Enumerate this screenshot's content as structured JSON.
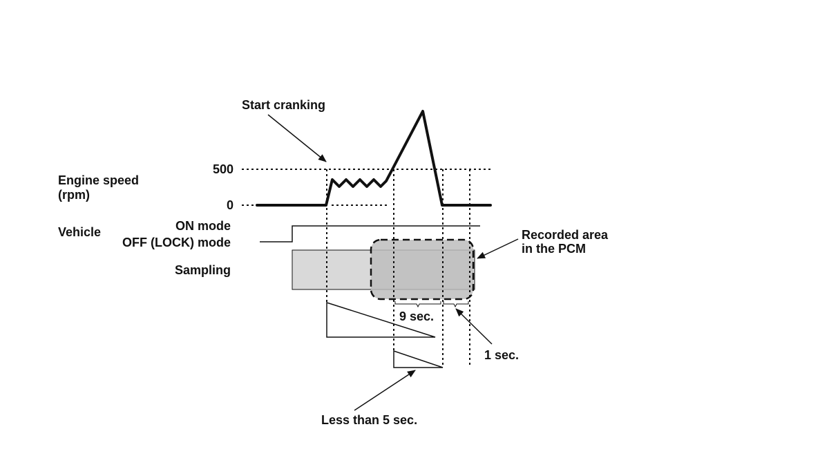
{
  "labels": {
    "start_cranking": "Start cranking",
    "engine_speed_line1": "Engine speed",
    "engine_speed_line2": "(rpm)",
    "tick_500": "500",
    "tick_0": "0",
    "vehicle": "Vehicle",
    "on_mode": "ON mode",
    "off_lock_mode": "OFF (LOCK) mode",
    "sampling": "Sampling",
    "recorded_area_line1": "Recorded area",
    "recorded_area_line2": "in the PCM",
    "nine_sec": "9 sec.",
    "one_sec": "1 sec.",
    "less_than_5_sec": "Less than 5 sec."
  },
  "colors": {
    "ink": "#111111",
    "sampling_fill": "#d9d9d9",
    "recorded_fill": "#bdbdbd"
  }
}
